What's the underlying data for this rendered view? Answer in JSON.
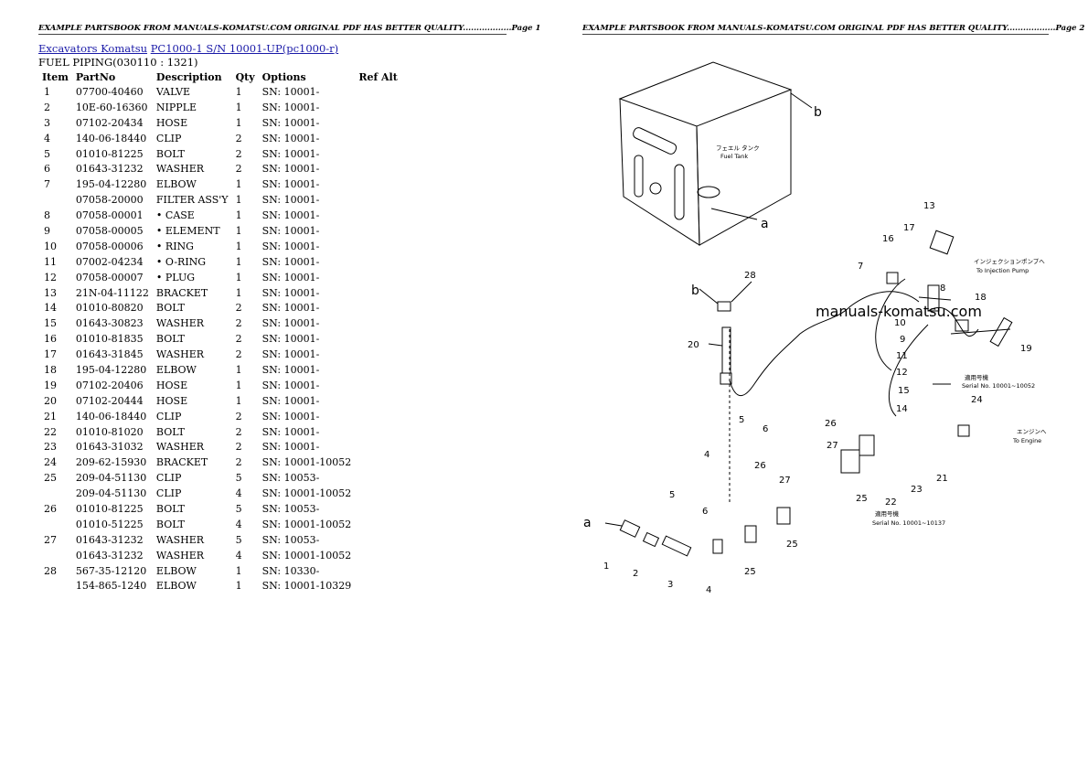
{
  "header": {
    "left": "EXAMPLE PARTSBOOK FROM MANUALS-KOMATSU.COM ORIGINAL PDF HAS BETTER QUALITY..................Page 1",
    "right": "EXAMPLE PARTSBOOK FROM MANUALS-KOMATSU.COM ORIGINAL PDF HAS BETTER QUALITY..................Page 2"
  },
  "breadcrumb": {
    "link1": "Excavators Komatsu",
    "link2": "PC1000-1 S/N 10001-UP(pc1000-r)"
  },
  "subtitle": "FUEL PIPING(030110 : 1321)",
  "columns": [
    "Item",
    "PartNo",
    "Description",
    "Qty",
    "Options",
    "Ref Alt"
  ],
  "rows": [
    [
      "1",
      "07700-40460",
      "VALVE",
      "1",
      "SN: 10001-",
      ""
    ],
    [
      "2",
      "10E-60-16360",
      "NIPPLE",
      "1",
      "SN: 10001-",
      ""
    ],
    [
      "3",
      "07102-20434",
      "HOSE",
      "1",
      "SN: 10001-",
      ""
    ],
    [
      "4",
      "140-06-18440",
      "CLIP",
      "2",
      "SN: 10001-",
      ""
    ],
    [
      "5",
      "01010-81225",
      "BOLT",
      "2",
      "SN: 10001-",
      ""
    ],
    [
      "6",
      "01643-31232",
      "WASHER",
      "2",
      "SN: 10001-",
      ""
    ],
    [
      "7",
      "195-04-12280",
      "ELBOW",
      "1",
      "SN: 10001-",
      ""
    ],
    [
      "",
      "07058-20000",
      "FILTER ASS'Y",
      "1",
      "SN: 10001-",
      ""
    ],
    [
      "8",
      "07058-00001",
      "• CASE",
      "1",
      "SN: 10001-",
      ""
    ],
    [
      "9",
      "07058-00005",
      "• ELEMENT",
      "1",
      "SN: 10001-",
      ""
    ],
    [
      "10",
      "07058-00006",
      "• RING",
      "1",
      "SN: 10001-",
      ""
    ],
    [
      "11",
      "07002-04234",
      "• O-RING",
      "1",
      "SN: 10001-",
      ""
    ],
    [
      "12",
      "07058-00007",
      "• PLUG",
      "1",
      "SN: 10001-",
      ""
    ],
    [
      "13",
      "21N-04-11122",
      "BRACKET",
      "1",
      "SN: 10001-",
      ""
    ],
    [
      "14",
      "01010-80820",
      "BOLT",
      "2",
      "SN: 10001-",
      ""
    ],
    [
      "15",
      "01643-30823",
      "WASHER",
      "2",
      "SN: 10001-",
      ""
    ],
    [
      "16",
      "01010-81835",
      "BOLT",
      "2",
      "SN: 10001-",
      ""
    ],
    [
      "17",
      "01643-31845",
      "WASHER",
      "2",
      "SN: 10001-",
      ""
    ],
    [
      "18",
      "195-04-12280",
      "ELBOW",
      "1",
      "SN: 10001-",
      ""
    ],
    [
      "19",
      "07102-20406",
      "HOSE",
      "1",
      "SN: 10001-",
      ""
    ],
    [
      "20",
      "07102-20444",
      "HOSE",
      "1",
      "SN: 10001-",
      ""
    ],
    [
      "21",
      "140-06-18440",
      "CLIP",
      "2",
      "SN: 10001-",
      ""
    ],
    [
      "22",
      "01010-81020",
      "BOLT",
      "2",
      "SN: 10001-",
      ""
    ],
    [
      "23",
      "01643-31032",
      "WASHER",
      "2",
      "SN: 10001-",
      ""
    ],
    [
      "24",
      "209-62-15930",
      "BRACKET",
      "2",
      "SN: 10001-10052",
      ""
    ],
    [
      "25",
      "209-04-51130",
      "CLIP",
      "5",
      "SN: 10053-",
      ""
    ],
    [
      "",
      "209-04-51130",
      "CLIP",
      "4",
      "SN: 10001-10052",
      ""
    ],
    [
      "26",
      "01010-81225",
      "BOLT",
      "5",
      "SN: 10053-",
      ""
    ],
    [
      "",
      "01010-51225",
      "BOLT",
      "4",
      "SN: 10001-10052",
      ""
    ],
    [
      "27",
      "01643-31232",
      "WASHER",
      "5",
      "SN: 10053-",
      ""
    ],
    [
      "",
      "01643-31232",
      "WASHER",
      "4",
      "SN: 10001-10052",
      ""
    ],
    [
      "28",
      "567-35-12120",
      "ELBOW",
      "1",
      "SN: 10330-",
      ""
    ],
    [
      "",
      "154-865-1240",
      "ELBOW",
      "1",
      "SN: 10001-10329",
      ""
    ]
  ],
  "diagram": {
    "watermark": "manuals-komatsu.com",
    "tank_label_jp": "フェエル タンク",
    "tank_label": "Fuel Tank",
    "callout_a": "a",
    "callout_b": "b",
    "injection_jp": "インジェクションポンプへ",
    "injection_label": "To Injection Pump",
    "engine_jp": "エンジンへ",
    "engine_label": "To Engine",
    "serial_jp": "適用号機",
    "serial_upper": "Serial No. 10001~10052",
    "serial_lower": "Serial No. 10001~10137",
    "numbers": [
      "1",
      "2",
      "3",
      "4",
      "5",
      "6",
      "7",
      "8",
      "9",
      "10",
      "11",
      "12",
      "13",
      "14",
      "15",
      "16",
      "17",
      "18",
      "19",
      "20",
      "21",
      "22",
      "23",
      "24",
      "25",
      "26",
      "27",
      "28"
    ]
  }
}
